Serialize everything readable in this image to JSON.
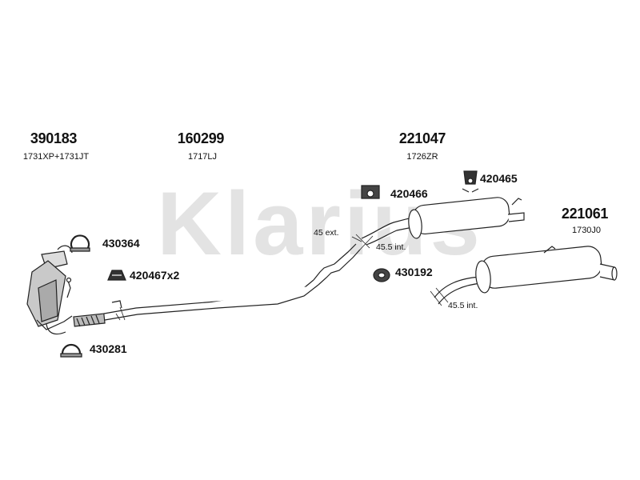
{
  "watermark": "Klarius",
  "groups": [
    {
      "part_no": "390183",
      "code": "1731XP+1731JT"
    },
    {
      "part_no": "160299",
      "code": "1717LJ"
    },
    {
      "part_no": "221047",
      "code": "1726ZR"
    },
    {
      "part_no": "221061",
      "code": "1730J0"
    }
  ],
  "fittings": [
    {
      "part_no": "430364",
      "icon": "clamp-icon"
    },
    {
      "part_no": "420467x2",
      "icon": "rubber-mount-icon"
    },
    {
      "part_no": "430281",
      "icon": "clamp-icon"
    },
    {
      "part_no": "420466",
      "icon": "hanger-bracket-icon"
    },
    {
      "part_no": "420465",
      "icon": "rubber-hanger-icon"
    },
    {
      "part_no": "430192",
      "icon": "rubber-ring-icon"
    }
  ],
  "dimensions": [
    "45 ext.",
    "45.5 int.",
    "45.5 int."
  ],
  "colors": {
    "watermark": "#e3e3e3",
    "line": "#222222",
    "text": "#111111"
  }
}
